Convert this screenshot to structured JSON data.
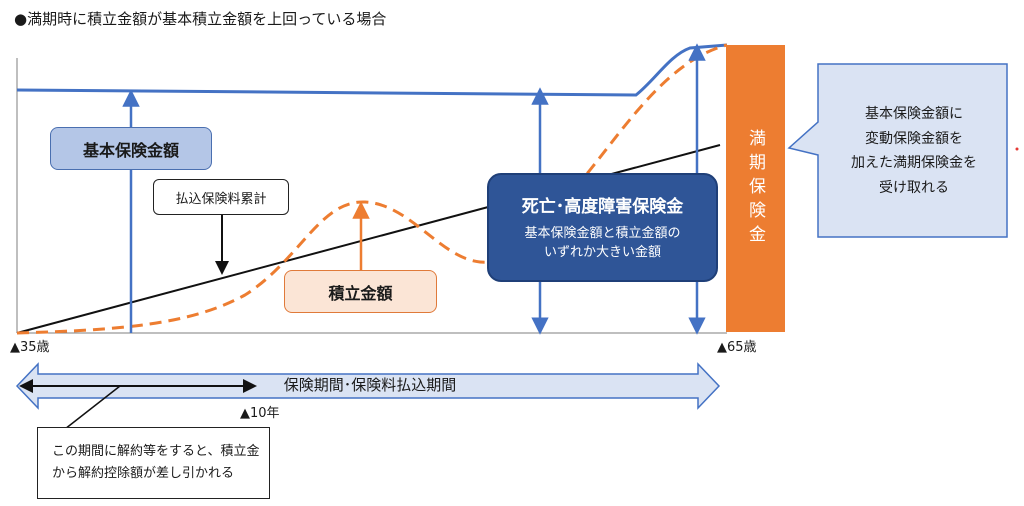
{
  "title": "●満期時に積立金額が基本積立金額を上回っている場合",
  "labels": {
    "basic_insurance": "基本保険金額",
    "cumulative_premium": "払込保険料累計",
    "accumulated_amount": "積立金額",
    "death_benefit_title": "死亡･高度障害保険金",
    "death_benefit_desc_1": "基本保険金額と積立金額の",
    "death_benefit_desc_2": "いずれか大きい金額",
    "maturity_benefit": "満期保険金",
    "callout_1": "基本保険金額に",
    "callout_2": "変動保険金額を",
    "callout_3": "加えた満期保険金を",
    "callout_4": "受け取れる",
    "age_start": "▲35歳",
    "age_end": "▲65歳",
    "period": "保険期間･保険料払込期間",
    "ten_years": "▲10年",
    "note_1": "この期間に解約等をすると、積立金",
    "note_2": "から解約控除額が差し引かれる"
  },
  "colors": {
    "blue_line": "#4472c4",
    "orange": "#ed7d31",
    "dark_blue": "#2f5597",
    "light_blue": "#b4c6e7",
    "light_orange": "#fbe5d6",
    "period_fill": "#dae3f3"
  }
}
